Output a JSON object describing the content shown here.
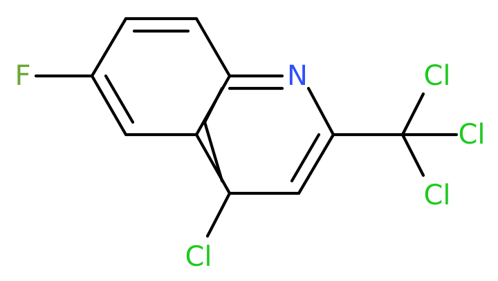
{
  "molecule": {
    "atoms": {
      "fluorine": {
        "label": "F",
        "color": "#6aa832"
      },
      "nitrogen": {
        "label": "N",
        "color": "#3050f8"
      },
      "chlorine_c4": {
        "label": "Cl",
        "color": "#1fc91f"
      },
      "chlorine_1": {
        "label": "Cl",
        "color": "#1fc91f"
      },
      "chlorine_2": {
        "label": "Cl",
        "color": "#1fc91f"
      },
      "chlorine_3": {
        "label": "Cl",
        "color": "#1fc91f"
      }
    },
    "bond_color": "#000000"
  }
}
